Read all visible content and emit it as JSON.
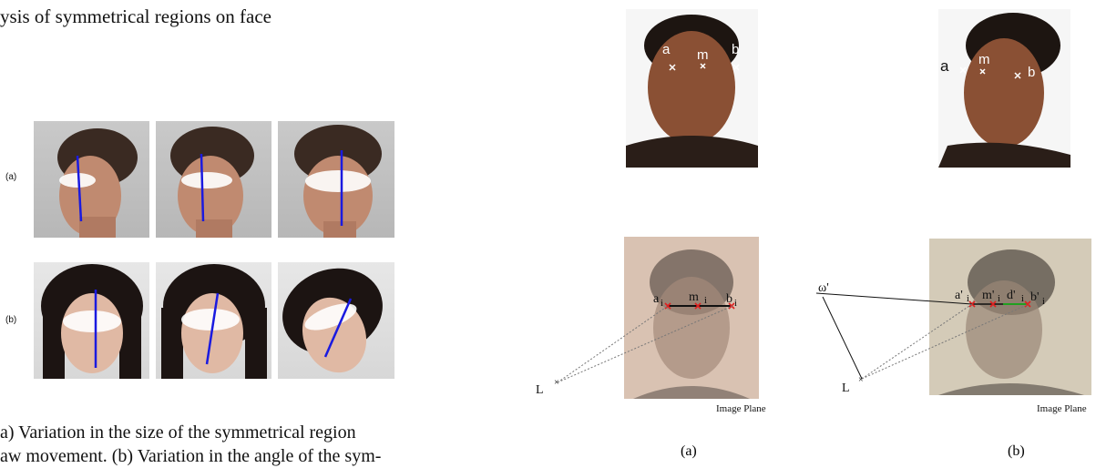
{
  "page": {
    "heading_fragment": "ysis of symmetrical regions on face",
    "caption_lines": [
      "a) Variation in the size of the symmetrical region",
      "aw movement. (b) Variation in the angle of the sym-"
    ]
  },
  "left_figure": {
    "row_labels": [
      "(a)",
      "(b)"
    ]
  },
  "right_figure": {
    "face_points": {
      "a": "a",
      "m": "m",
      "b": "b"
    },
    "panel_a": {
      "points": [
        "a",
        "m",
        "b"
      ],
      "subscript": "i",
      "L": "L",
      "plane": "Image Plane",
      "label": "(a)"
    },
    "panel_b": {
      "points": [
        "a'",
        "m'",
        "d'",
        "b'"
      ],
      "subscript": "i",
      "omega": "ω'",
      "L": "L",
      "plane": "Image Plane",
      "label": "(b)"
    }
  },
  "colors": {
    "symmetry_axis": "#1a1ae0",
    "marker_red": "#e02020",
    "marker_green": "#20a020",
    "dotted_line": "#777777"
  }
}
